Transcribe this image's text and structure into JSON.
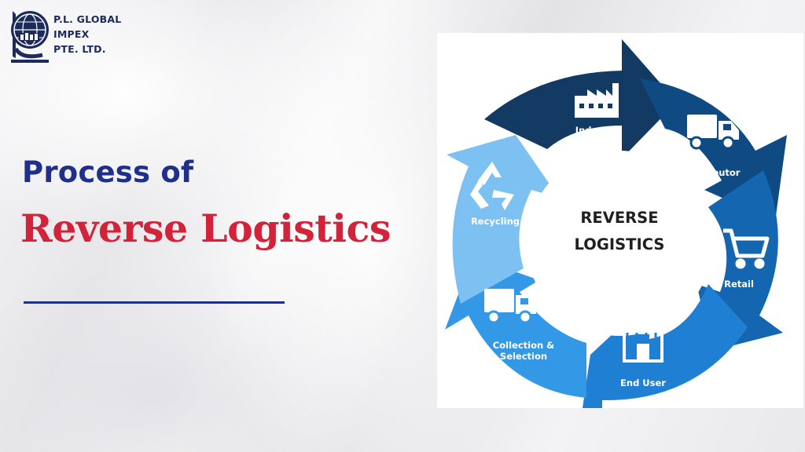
{
  "logo": {
    "line1": "P.L. GLOBAL",
    "line2": "IMPEX",
    "line3": "PTE. LTD."
  },
  "heading": {
    "line1": "Process of",
    "line2": "Reverse Logistics"
  },
  "diagram": {
    "center_line1": "REVERSE",
    "center_line2": "LOGISTICS",
    "steps": [
      {
        "label": "Industry",
        "icon": "factory-icon",
        "color": "#123a63"
      },
      {
        "label": "Distributor",
        "icon": "truck-icon",
        "color": "#0f4a82"
      },
      {
        "label": "Retail",
        "icon": "cart-icon",
        "color": "#1466b0"
      },
      {
        "label": "End User",
        "icon": "storefront-icon",
        "color": "#1f7fd3"
      },
      {
        "label": "Collection &",
        "label2": "Selection",
        "icon": "truck-icon",
        "color": "#3399e6"
      },
      {
        "label": "Recycling",
        "icon": "recycle-icon",
        "color": "#7cc1f2"
      }
    ]
  }
}
